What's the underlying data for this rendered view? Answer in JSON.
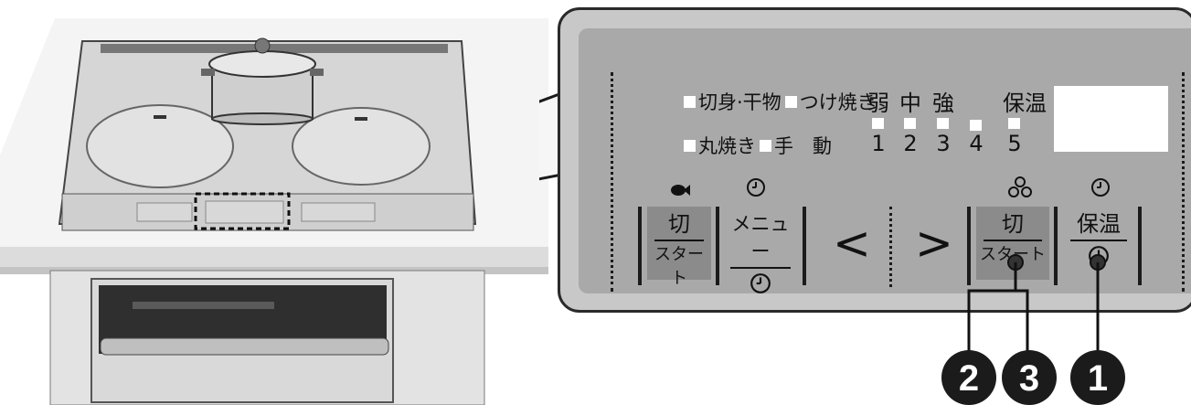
{
  "panel": {
    "mode_labels": {
      "kirimi": "切身·干物",
      "tsukeyaki": "つけ焼き",
      "maruyaki": "丸焼き",
      "shudo": "手　動"
    },
    "strength_labels": {
      "weak": "弱",
      "mid": "中",
      "strong": "強",
      "keep_warm": "保温"
    },
    "levels": [
      "1",
      "2",
      "3",
      "4",
      "5"
    ],
    "buttons": {
      "left_off_start": {
        "top": "切",
        "bottom": "スタート"
      },
      "menu_timer": {
        "top": "メニュー"
      },
      "prev": "<",
      "next": ">",
      "right_off_start": {
        "top": "切",
        "bottom": "スタート"
      },
      "keep_warm_timer": {
        "top": "保温"
      }
    }
  },
  "callouts": [
    "2",
    "3",
    "1"
  ],
  "icons": [
    "fish-icon",
    "timer-icon",
    "burner-icon",
    "timer-icon"
  ]
}
